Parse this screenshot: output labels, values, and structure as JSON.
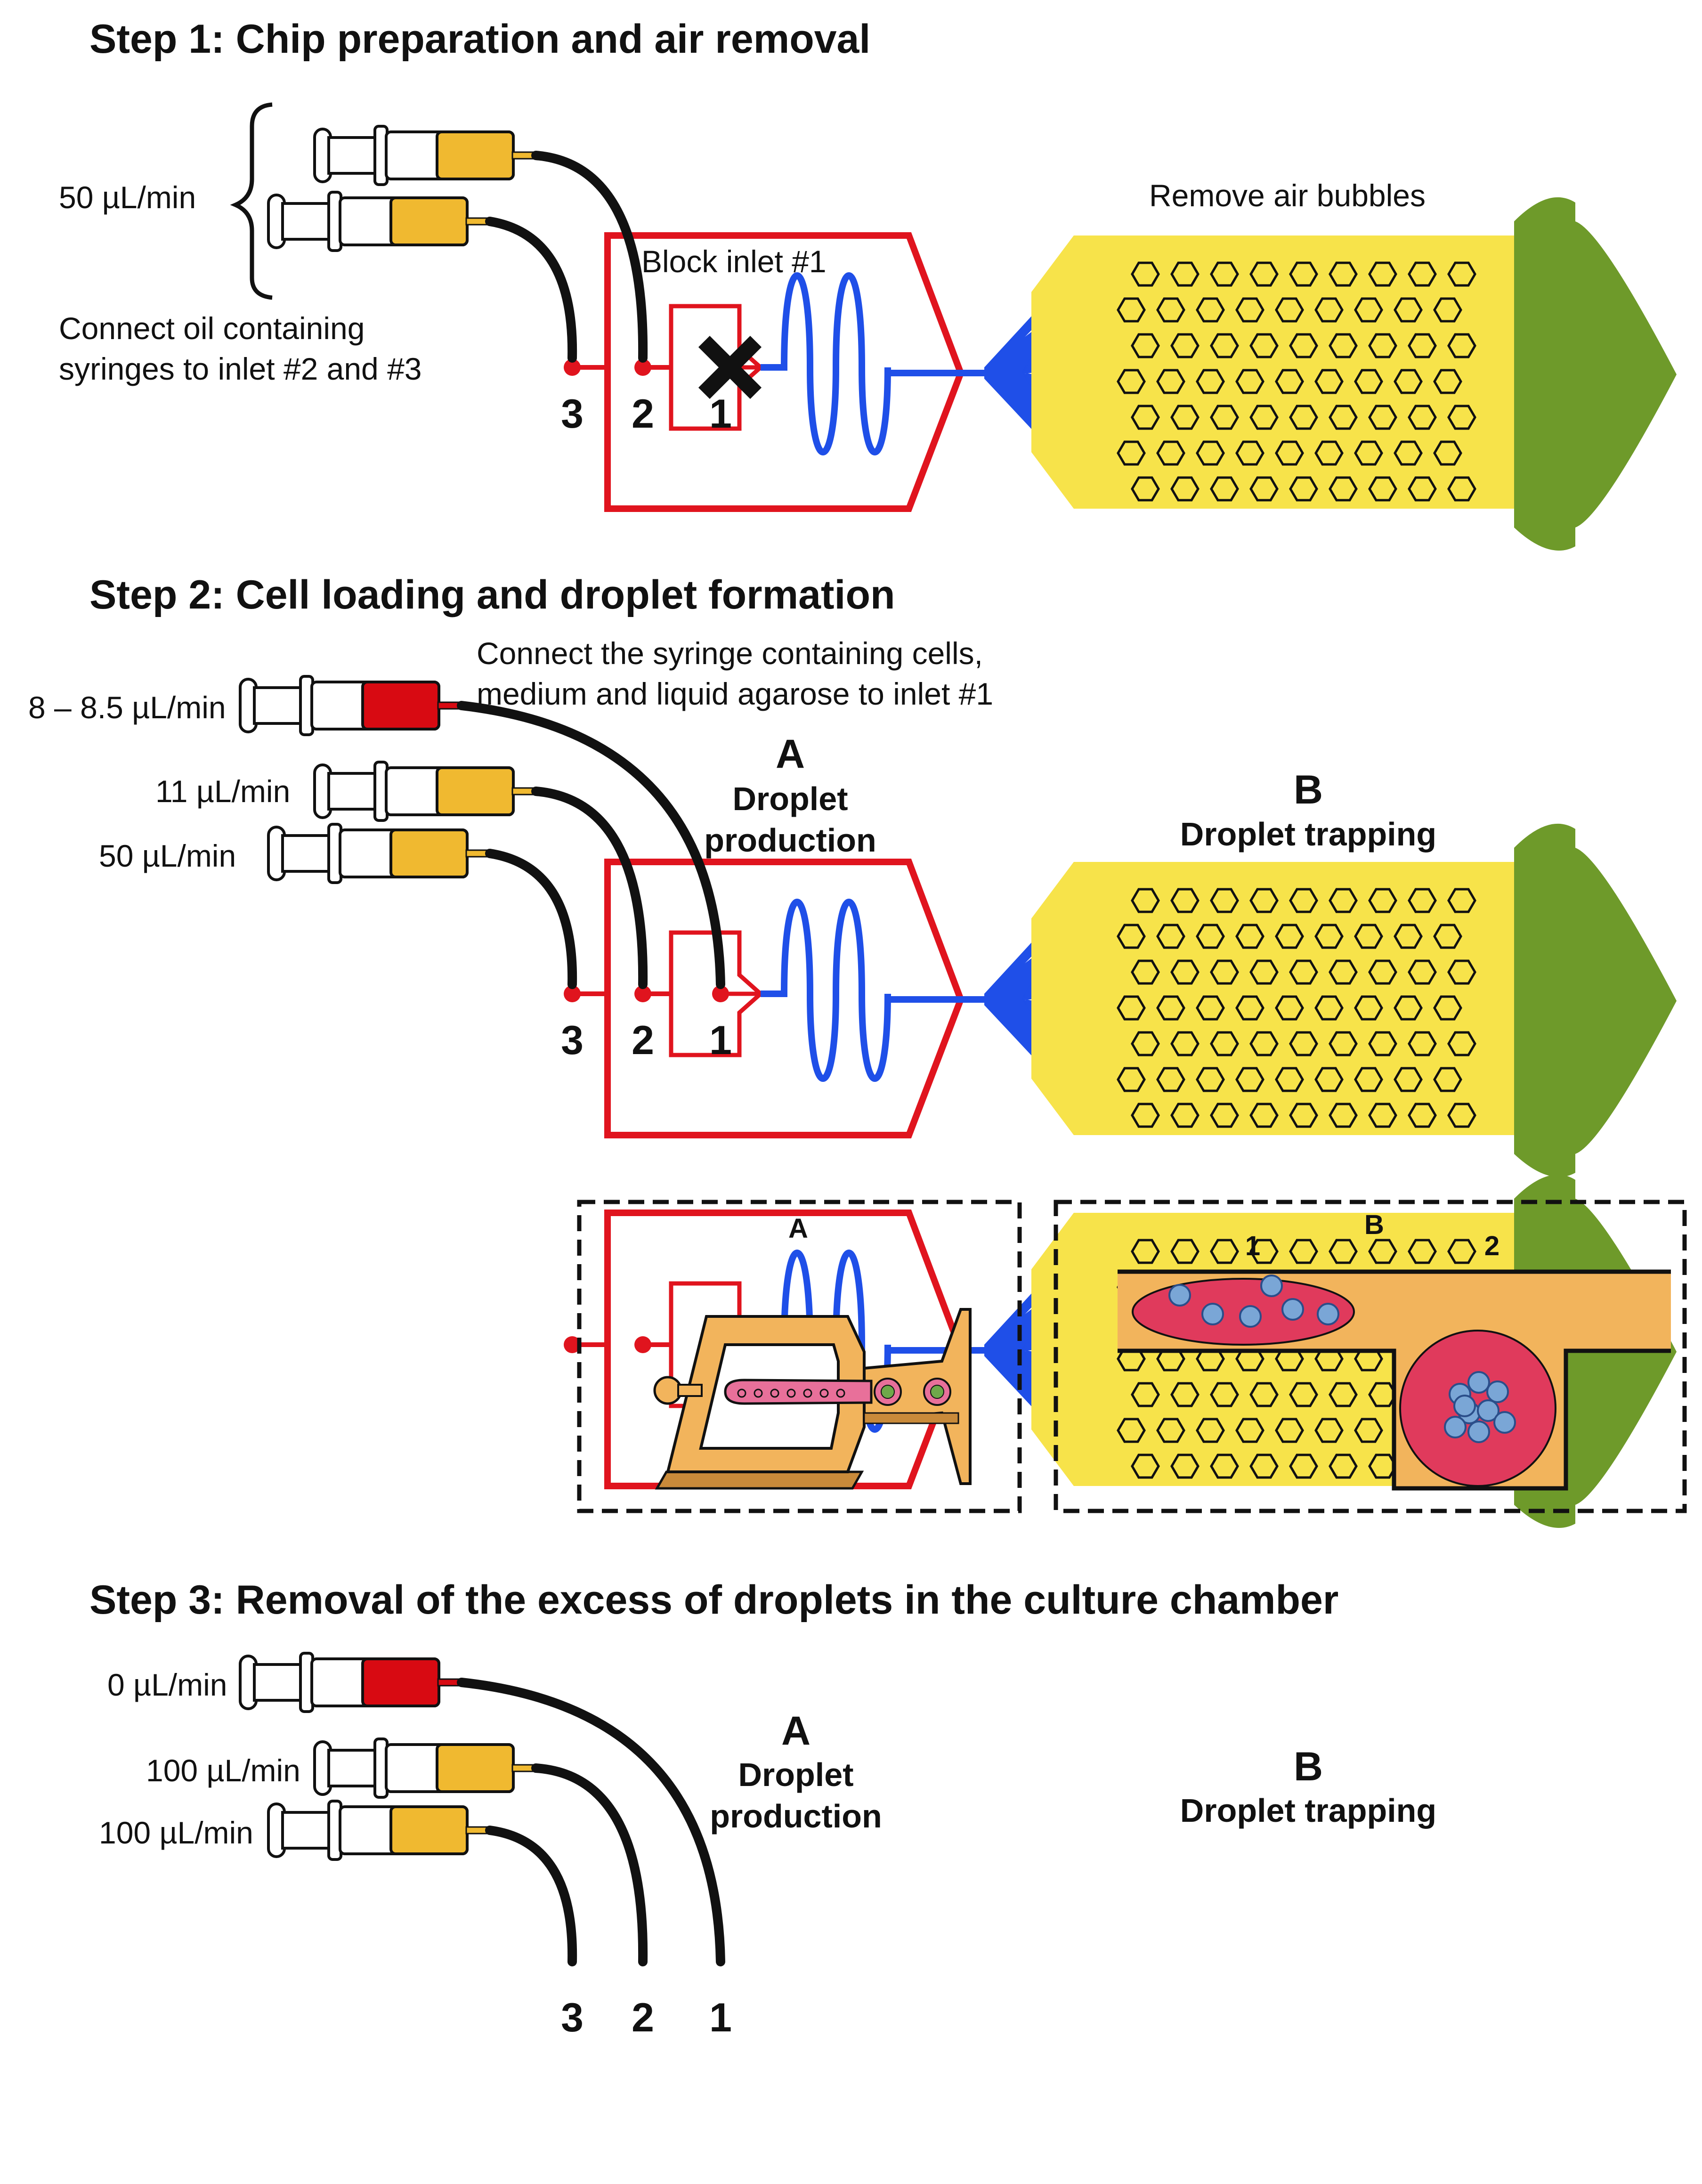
{
  "steps": [
    {
      "heading": "Step 1:  Chip preparation and air removal",
      "flow_label": "50 µL/min",
      "instruction": [
        "Connect    oil    containing",
        "syringes to inlet #2 and #3"
      ],
      "block_label": "Block inlet #1",
      "chamber_label": "Remove air bubbles",
      "inlets": [
        "3",
        "2",
        "1"
      ]
    },
    {
      "heading": "Step 2:  Cell loading and droplet formation",
      "instruction": [
        "Connect  the  syringe  containing  cells,",
        "medium and liquid agarose to inlet #1"
      ],
      "flows": [
        "8 – 8.5 µL/min",
        "11 µL/min",
        "50 µL/min"
      ],
      "letter_a": "A",
      "production_label": [
        "Droplet",
        "production"
      ],
      "letter_b": "B",
      "trapping_label": "Droplet trapping",
      "inlets": [
        "3",
        "2",
        "1"
      ]
    },
    {
      "heading": "Step 3:  Removal of the excess of droplets in the culture chamber",
      "flows": [
        "0 µL/min",
        "100 µL/min",
        "100 µL/min"
      ],
      "letter_a": "A",
      "production_label": [
        "Droplet",
        "production"
      ],
      "letter_b": "B",
      "trapping_label": "Droplet trapping",
      "inlets": [
        "3",
        "2",
        "1"
      ]
    }
  ],
  "insets": {
    "a_letter": "A",
    "b_letter": "B",
    "b_labels": [
      "1",
      "2"
    ]
  },
  "colors": {
    "chip_red": "#e0141e",
    "channel_blue": "#1f4fe8",
    "chamber_yellow": "#f7e34a",
    "outlet_green": "#6e9a2a",
    "oil_orange": "#f0b930",
    "cells_red": "#d80a12",
    "inset_tan": "#f2b45c",
    "droplet_pink": "#e03a5c",
    "cell_blue": "#7aa6d6"
  }
}
